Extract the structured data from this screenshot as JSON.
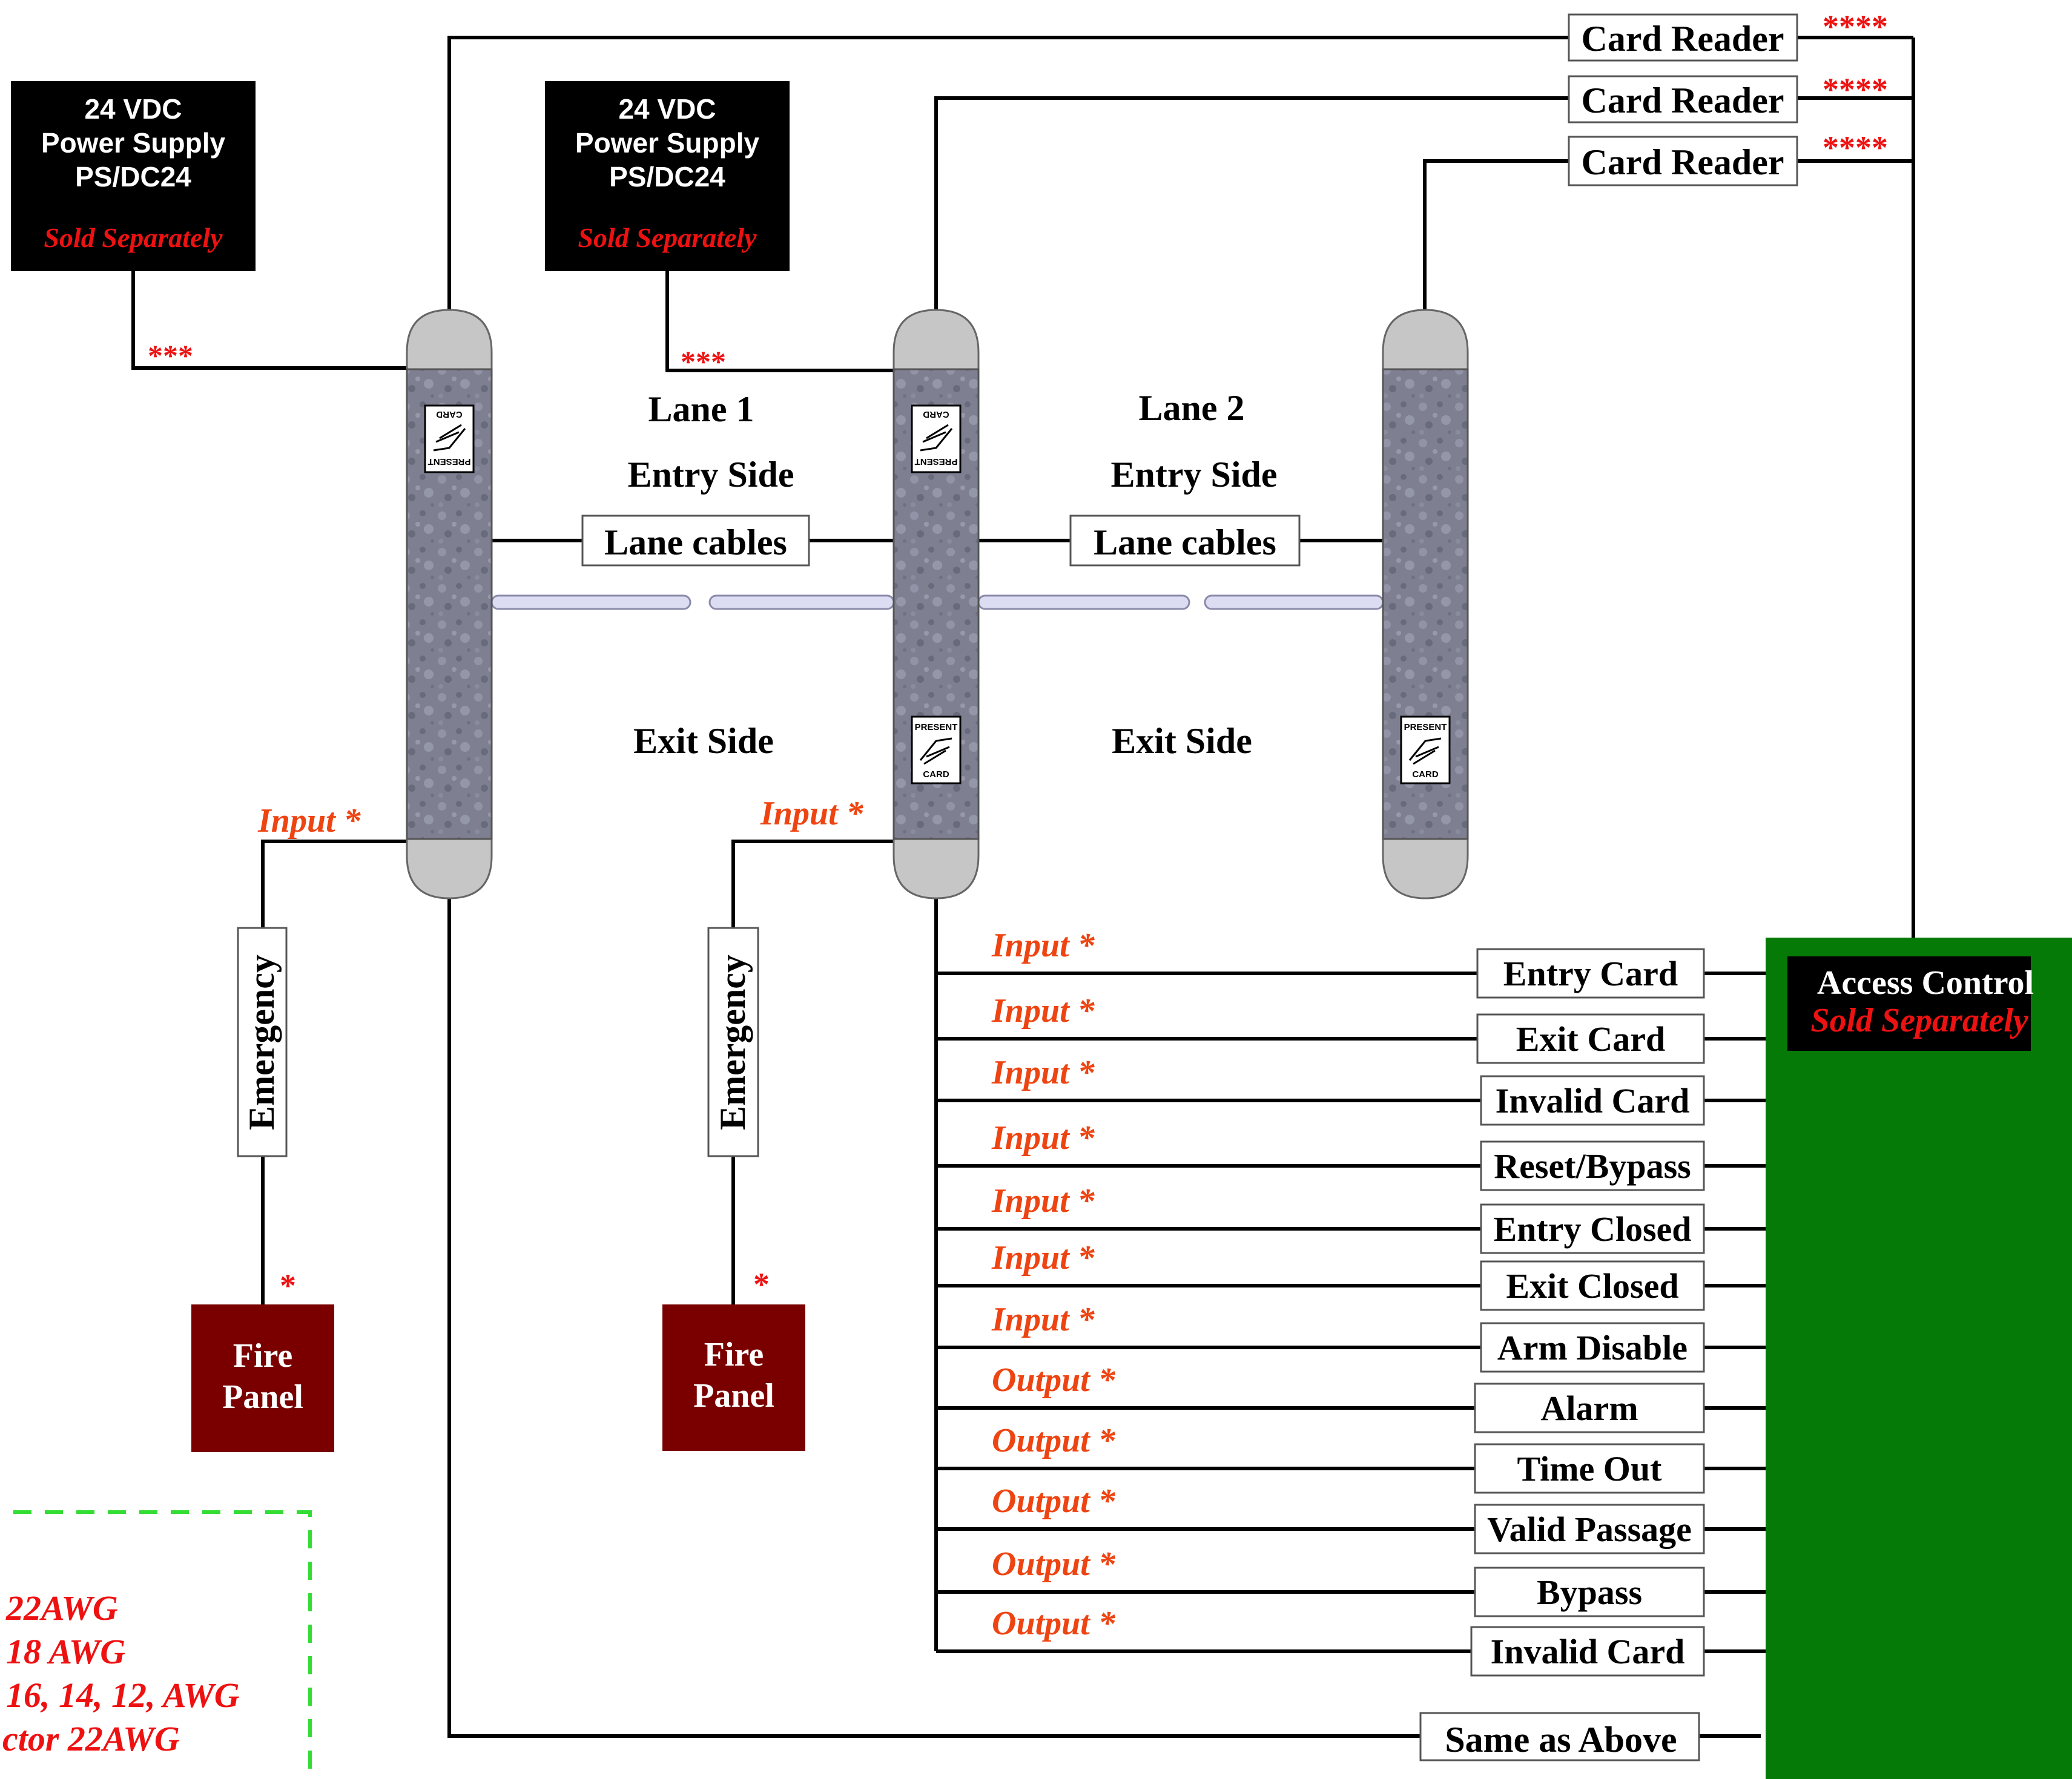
{
  "colors": {
    "wire": "#000000",
    "power_supply_bg": "#000000",
    "power_supply_text": "#ffffff",
    "note_red": "#ee1111",
    "io_label_orange": "#ee4411",
    "fire_panel_bg": "#7a0000",
    "access_control_bg": "#067a06",
    "pedestal_cap": "#c6c6c6",
    "pedestal_body": "#7e8092",
    "lane_beam": "#dcdcf2",
    "legend_border": "#33dd33"
  },
  "card_readers": [
    {
      "label": "Card Reader",
      "note": "****"
    },
    {
      "label": "Card Reader",
      "note": "****"
    },
    {
      "label": "Card Reader",
      "note": "****"
    }
  ],
  "power_supplies": [
    {
      "line1": "24 VDC",
      "line2": "Power Supply",
      "line3": "PS/DC24",
      "note": "Sold Separately",
      "wire_note": "***"
    },
    {
      "line1": "24 VDC",
      "line2": "Power Supply",
      "line3": "PS/DC24",
      "note": "Sold Separately",
      "wire_note": "***"
    }
  ],
  "lanes": [
    {
      "title": "Lane 1",
      "entry": "Entry Side",
      "exit": "Exit Side",
      "cables": "Lane cables"
    },
    {
      "title": "Lane 2",
      "entry": "Entry Side",
      "exit": "Exit Side",
      "cables": "Lane cables"
    }
  ],
  "sign": {
    "top": "PRESENT",
    "bottom": "CARD"
  },
  "emergency": [
    {
      "label": "Emergency",
      "input": "Input *",
      "fire_line1": "Fire",
      "fire_line2": "Panel",
      "fire_note": "*"
    },
    {
      "label": "Emergency",
      "input": "Input *",
      "fire_line1": "Fire",
      "fire_line2": "Panel",
      "fire_note": "*"
    }
  ],
  "access_control": {
    "title": "Access Control",
    "note": "Sold Separately"
  },
  "io_signals": [
    {
      "type": "Input *",
      "label": "Entry Card"
    },
    {
      "type": "Input *",
      "label": "Exit Card"
    },
    {
      "type": "Input *",
      "label": "Invalid Card"
    },
    {
      "type": "Input *",
      "label": "Reset/Bypass"
    },
    {
      "type": "Input *",
      "label": "Entry Closed"
    },
    {
      "type": "Input *",
      "label": "Exit Closed"
    },
    {
      "type": "Input *",
      "label": "Arm Disable"
    },
    {
      "type": "Output *",
      "label": "Alarm"
    },
    {
      "type": "Output *",
      "label": "Time Out"
    },
    {
      "type": "Output *",
      "label": "Valid Passage"
    },
    {
      "type": "Output *",
      "label": "Bypass"
    },
    {
      "type": "Output *",
      "label": "Invalid Card"
    }
  ],
  "same_as_above": "Same as Above",
  "legend": [
    "22AWG",
    "18 AWG",
    "16, 14, 12, AWG",
    "ctor 22AWG"
  ]
}
